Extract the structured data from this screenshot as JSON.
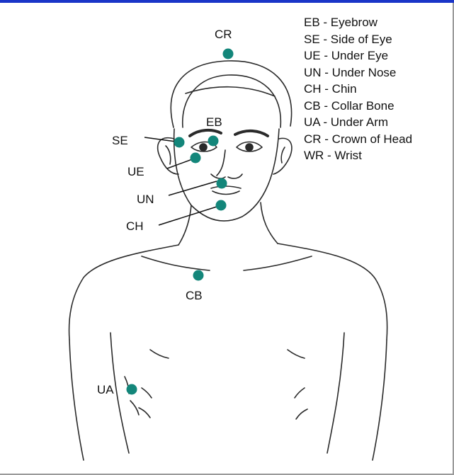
{
  "colors": {
    "point": "#13867a",
    "outline": "#2a2a2a",
    "accent": "#1a35c8"
  },
  "points": {
    "CR": "CR",
    "EB": "EB",
    "SE": "SE",
    "UE": "UE",
    "UN": "UN",
    "CH": "CH",
    "CB": "CB",
    "UA": "UA"
  },
  "legend": [
    "EB - Eyebrow",
    "SE - Side of Eye",
    "UE - Under Eye",
    "UN - Under Nose",
    "CH - Chin",
    "CB - Collar Bone",
    "UA - Under Arm",
    "CR - Crown of Head",
    "WR - Wrist"
  ]
}
